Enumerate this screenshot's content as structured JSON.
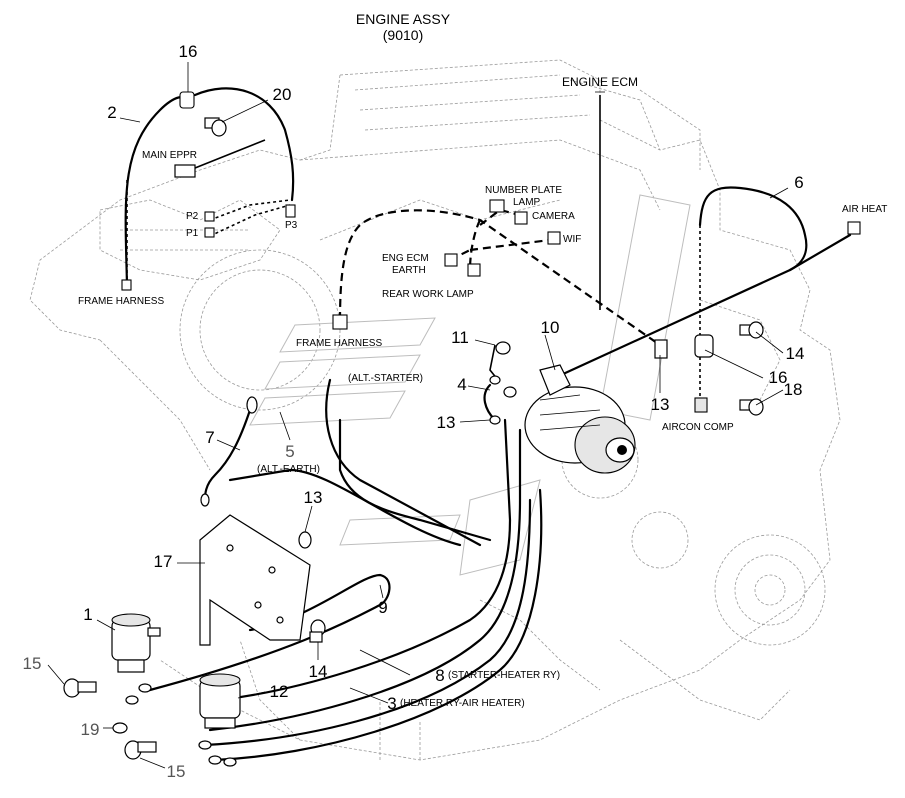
{
  "title": {
    "line1": "ENGINE ASSY",
    "line2": "(9010)"
  },
  "labels": {
    "engine_ecm": "ENGINE ECM",
    "main_eppr": "MAIN EPPR",
    "p1": "P1",
    "p2": "P2",
    "p3": "P3",
    "frame_harness_left": "FRAME HARNESS",
    "frame_harness_center": "FRAME HARNESS",
    "number_plate_lamp_1": "NUMBER PLATE",
    "number_plate_lamp_2": "LAMP",
    "camera": "CAMERA",
    "wif": "WIF",
    "eng_ecm_earth_1": "ENG ECM",
    "eng_ecm_earth_2": "EARTH",
    "rear_work_lamp": "REAR WORK LAMP",
    "air_heat": "AIR HEAT",
    "aircon_comp": "AIRCON COMP",
    "alt_starter": "(ALT.-STARTER)",
    "alt_earth": "(ALT.-EARTH)",
    "starter_heater_ry": "(STARTER-HEATER RY)",
    "heater_ry_air_heater": "(HEATER RY-AIR HEATER)"
  },
  "callouts": {
    "c1": "1",
    "c2": "2",
    "c3": "3",
    "c4": "4",
    "c5": "5",
    "c6": "6",
    "c7": "7",
    "c8": "8",
    "c9": "9",
    "c10": "10",
    "c11": "11",
    "c12": "12",
    "c13a": "13",
    "c13b": "13",
    "c13c": "13",
    "c14a": "14",
    "c14b": "14",
    "c15a": "15",
    "c15b": "15",
    "c16a": "16",
    "c16b": "16",
    "c17": "17",
    "c18": "18",
    "c19": "19",
    "c20": "20"
  }
}
